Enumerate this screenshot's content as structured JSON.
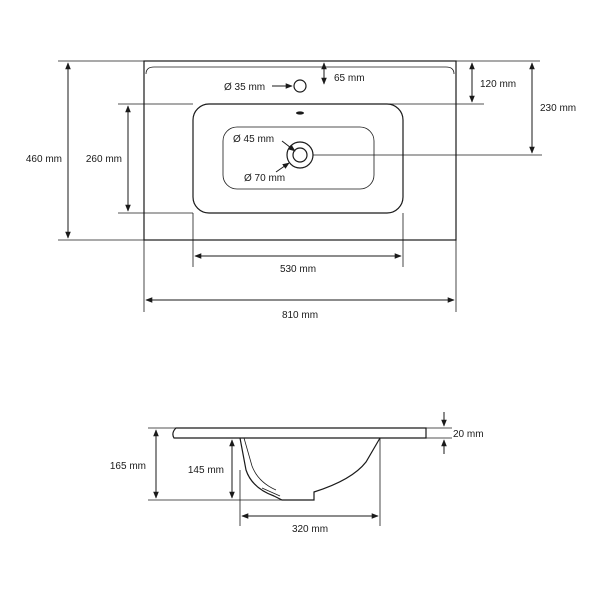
{
  "top_view": {
    "width_label": "810 mm",
    "depth_label": "460 mm",
    "bowl_width_label": "530 mm",
    "bowl_depth_label": "260 mm",
    "tap_to_drain_label": "230 mm",
    "back_to_tap_label": "120 mm",
    "tap_offset_label": "65 mm",
    "tap_hole_label": "Ø 35 mm",
    "drain_inner_label": "Ø 45 mm",
    "drain_outer_label": "Ø 70 mm"
  },
  "side_view": {
    "total_height_label": "165 mm",
    "bowl_height_label": "145 mm",
    "slab_thickness_label": "20 mm",
    "bowl_base_width_label": "320 mm"
  }
}
